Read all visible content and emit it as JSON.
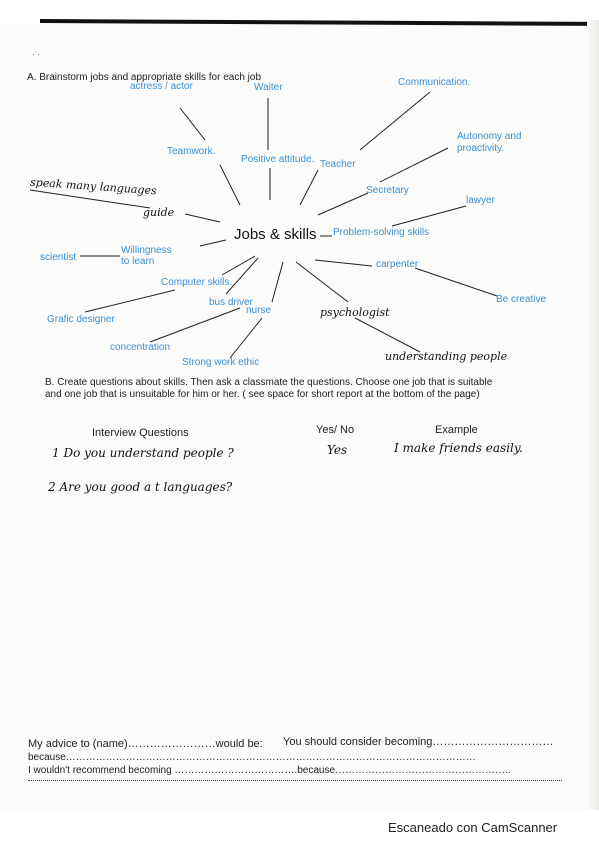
{
  "section_a": {
    "heading": "A. Brainstorm jobs and appropriate skills  for each job",
    "center": "Jobs & skills",
    "items": {
      "actress": "actress / actor",
      "waiter": "Waiter",
      "communication": "Communication.",
      "teamwork": "Teamwork.",
      "positive": "Positive attitude.",
      "teacher": "Teacher",
      "autonomy1": "Autonomy and",
      "autonomy2": "proactivity.",
      "secretary": "Secretary",
      "lawyer": "lawyer",
      "speak": "speak many languages",
      "guide": "guide",
      "problem": "Problem-solving skills",
      "scientist": "scientist",
      "willing1": "Willingness",
      "willing2": "to learn",
      "carpenter": "carpenter",
      "computer": "Computer skills.",
      "creative": "Be creative",
      "bus": "bus driver",
      "nurse": "nurse",
      "psychologist": "psychologist",
      "grafic": "Grafic designer",
      "concentration": "concentration",
      "strong": "Strong work ethic",
      "understanding": "understanding people"
    }
  },
  "section_b": {
    "line1": "B. Create questions about skills. Then ask a classmate the questions. Choose one job that is suitable",
    "line2": "and one job that is unsuitable for him or her. ( see space for short report at the bottom of the page)",
    "col_questions": "Interview Questions",
    "col_yesno": "Yes/ No",
    "col_example": "Example",
    "q1": "1 Do you understand people ?",
    "q1_answer": "Yes",
    "q1_example": "I make friends easily.",
    "q2": "2 Are you good a t languages?"
  },
  "report": {
    "line1a": "My advice to (name)……………………would be:",
    "line1b": "You should consider becoming……………………………",
    "line2": "because……………………………………………………………………………………………………………",
    "line3": "I wouldn't recommend becoming ……………………………….because…………………………………………….."
  },
  "footer": "Escaneado con CamScanner"
}
